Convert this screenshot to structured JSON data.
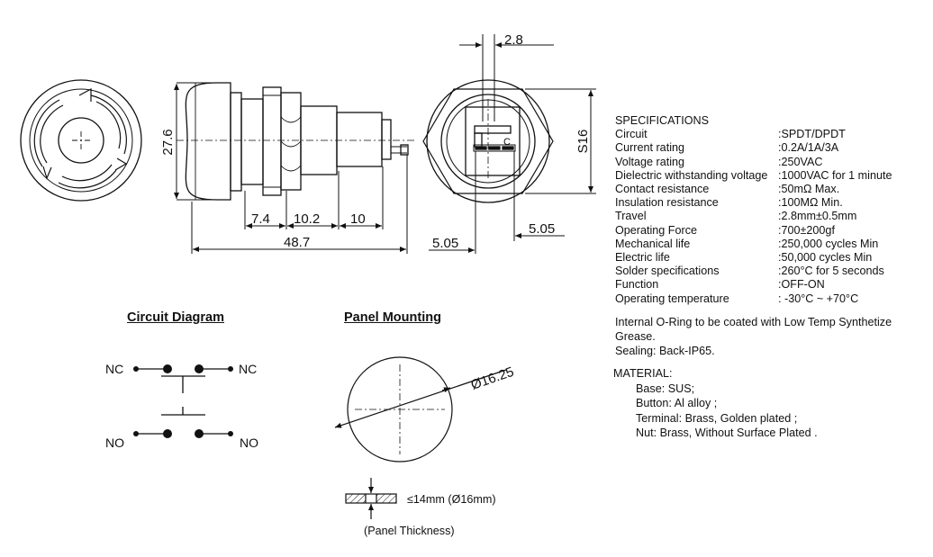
{
  "dimensions": {
    "front_height": "27.6",
    "len_7_4": "7.4",
    "len_10_2": "10.2",
    "len_10": "10",
    "total_len": "48.7",
    "width_2_8": "2.8",
    "side_s16": "S16",
    "left_5_05": "5.05",
    "right_5_05": "5.05",
    "contact_label": "C"
  },
  "specifications": {
    "title": "SPECIFICATIONS",
    "rows": [
      {
        "key": "Circuit",
        "value": ":SPDT/DPDT"
      },
      {
        "key": "Current rating",
        "value": ":0.2A/1A/3A"
      },
      {
        "key": "Voltage rating",
        "value": ":250VAC"
      },
      {
        "key": "Dielectric withstanding voltage",
        "value": ":1000VAC for 1 minute"
      },
      {
        "key": "Contact resistance",
        "value": ":50mΩ  Max."
      },
      {
        "key": "Insulation resistance",
        "value": ":100MΩ  Min."
      },
      {
        "key": "Travel",
        "value": ":2.8mm±0.5mm"
      },
      {
        "key": "Operating Force",
        "value": ":700±200gf"
      },
      {
        "key": "Mechanical life",
        "value": ":250,000 cycles Min"
      },
      {
        "key": "Electric  life",
        "value": ":50,000 cycles Min"
      },
      {
        "key": "Solder specifications",
        "value": ":260°C for 5 seconds"
      },
      {
        "key": "Function",
        "value": ":OFF-ON"
      },
      {
        "key": "Operating temperature",
        "value": ": -30°C ~ +70°C"
      }
    ]
  },
  "notes": {
    "oring": "Internal O-Ring to be coated with Low Temp Synthetize Grease.",
    "sealing": "Sealing: Back-IP65."
  },
  "material": {
    "title": "MATERIAL:",
    "items": [
      "Base: SUS;",
      "Button: Al alloy ;",
      "Terminal: Brass, Golden plated ;",
      "Nut: Brass, Without Surface Plated ."
    ]
  },
  "circuit": {
    "title": "Circuit Diagram",
    "nc_left": "NC",
    "nc_right": "NC",
    "no_left": "NO",
    "no_right": "NO"
  },
  "panel": {
    "title": "Panel Mounting",
    "diameter": "Ø16.25",
    "thickness_spec": "≤14mm (Ø16mm)",
    "thickness_caption": "(Panel Thickness)"
  }
}
